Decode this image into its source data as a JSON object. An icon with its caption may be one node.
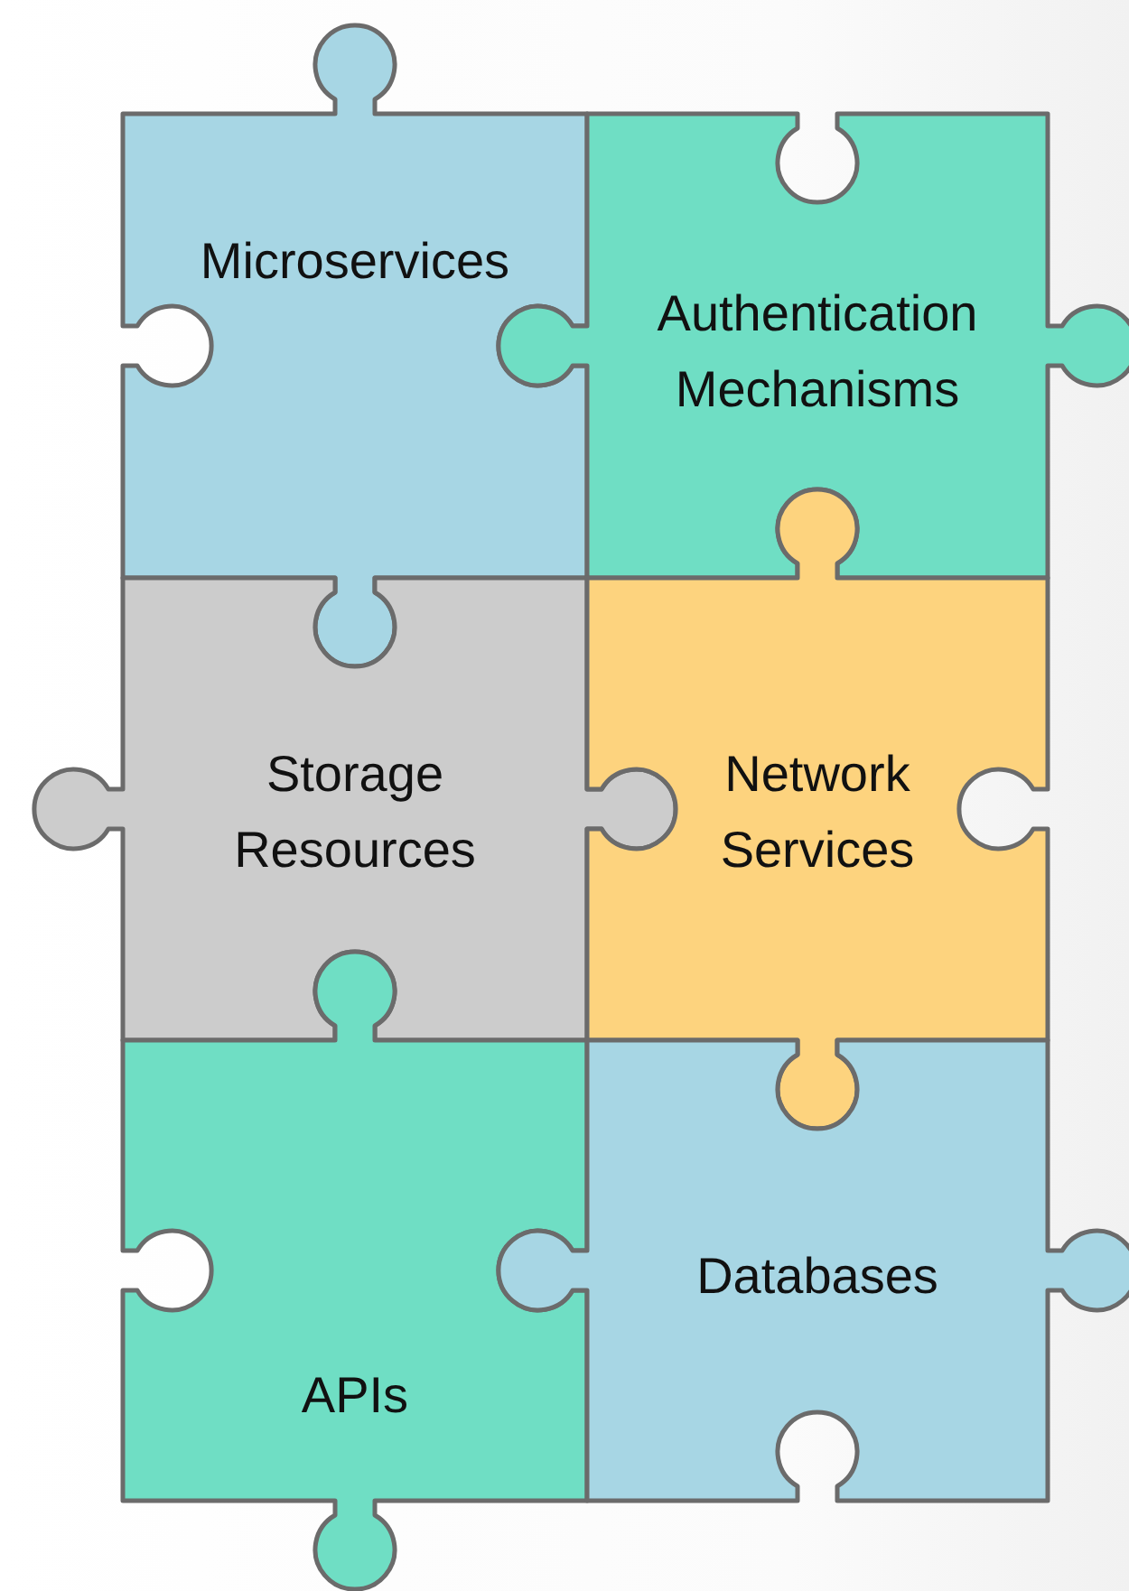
{
  "diagram": {
    "nodes": [
      {
        "text": [
          "Microservices"
        ]
      },
      {
        "text": [
          "Authentication Mechanisms"
        ]
      },
      {
        "text": [
          "Storage Resources"
        ]
      },
      {
        "text": [
          "Network Services"
        ]
      },
      {
        "text": [
          "APIs"
        ]
      },
      {
        "text": [
          "Databases"
        ]
      }
    ]
  }
}
